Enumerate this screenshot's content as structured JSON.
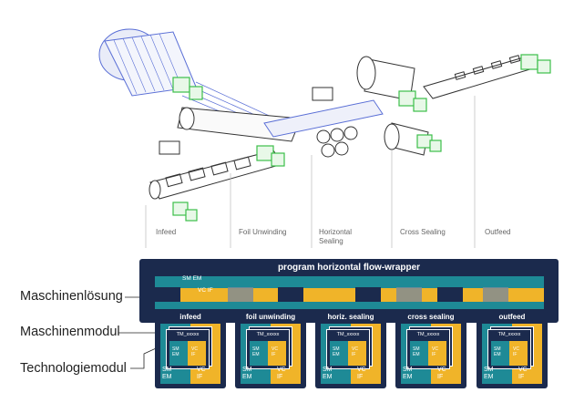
{
  "stages": [
    "Infeed",
    "Foil Unwinding",
    "Horizontal\nSealing",
    "Cross Sealing",
    "Outfeed"
  ],
  "side_labels": {
    "machine_solution": "Maschinenlösung",
    "machine_module": "Maschinenmodul",
    "technology_module": "Technologiemodul"
  },
  "program": {
    "title": "program horizontal flow-wrapper",
    "sm": "SM",
    "em": "EM",
    "vc": "VC",
    "if": "IF"
  },
  "modules": [
    {
      "title": "infeed",
      "tm": "TM_xxxxx"
    },
    {
      "title": "foil unwinding",
      "tm": "TM_xxxxx"
    },
    {
      "title": "horiz. sealing",
      "tm": "TM_xxxxx"
    },
    {
      "title": "cross sealing",
      "tm": "TM_xxxxx"
    },
    {
      "title": "outfeed",
      "tm": "TM_xxxxx"
    }
  ],
  "module_labels": {
    "sm": "SM",
    "em": "EM",
    "vc": "VC",
    "if": "IF"
  },
  "colors": {
    "navy": "#1b2a4d",
    "teal": "#1e8a96",
    "gold": "#f0b429",
    "green": "#3cbf4a",
    "blue": "#5a6fd6"
  }
}
